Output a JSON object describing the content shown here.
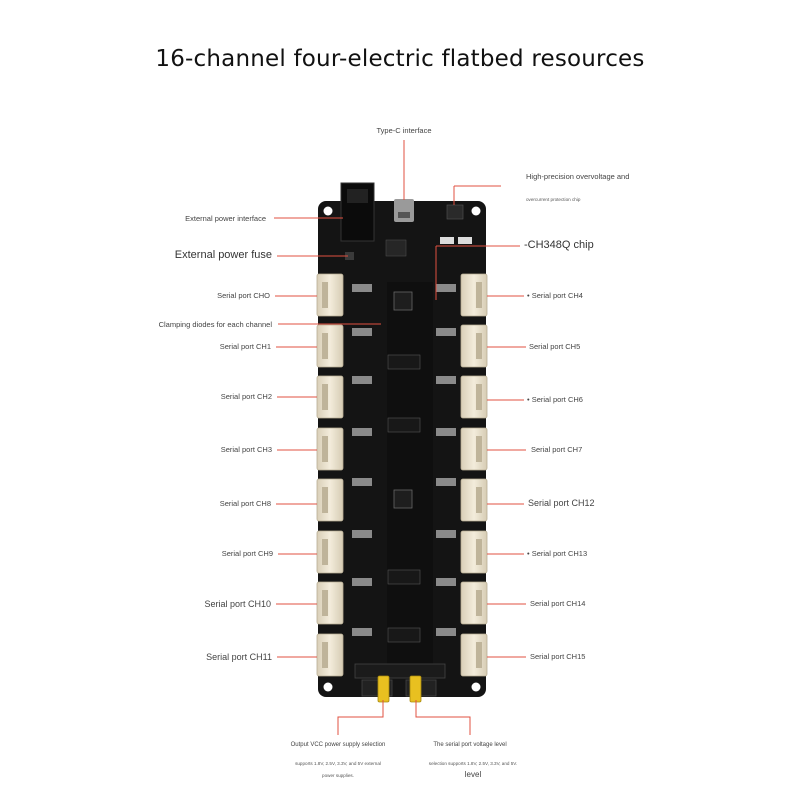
{
  "title": "16-channel four-electric flatbed resources",
  "callouts": {
    "type_c": "Type-C interface",
    "protection_1": "High-precision overvoltage and",
    "protection_2": "overcurrent protection chip",
    "ext_power_interface": "External power interface",
    "ext_power_fuse": "External power fuse",
    "ch348q": "-CH348Q chip",
    "clamping": "Clamping diodes for each channel",
    "vcc_sel_1": "Output VCC power supply selection",
    "vcc_sel_2": "supports 1.8V, 2.5V, 3.3V, and 5V external",
    "vcc_sel_3": "power supplies.",
    "level_1": "The serial port voltage level",
    "level_2": "selection supports 1.8V, 2.5V, 3.3V, and 5V.",
    "level_3": "level"
  },
  "ports_left": [
    "Serial port CHO",
    "Serial port CH1",
    "Serial port CH2",
    "Serial port CH3",
    "Serial port CH8",
    "Serial port CH9",
    "Serial port CH10",
    "Serial port CH11"
  ],
  "ports_right": [
    "• Serial port CH4",
    "Serial port CH5",
    "• Serial port CH6",
    "Serial port CH7",
    "Serial port CH12",
    "• Serial port CH13",
    "Serial port CH14",
    "Serial port CH15"
  ],
  "colors": {
    "accent_line": "#e05040",
    "board": "#141414",
    "connector": "#efe6d2",
    "jumper": "#e8c020"
  }
}
